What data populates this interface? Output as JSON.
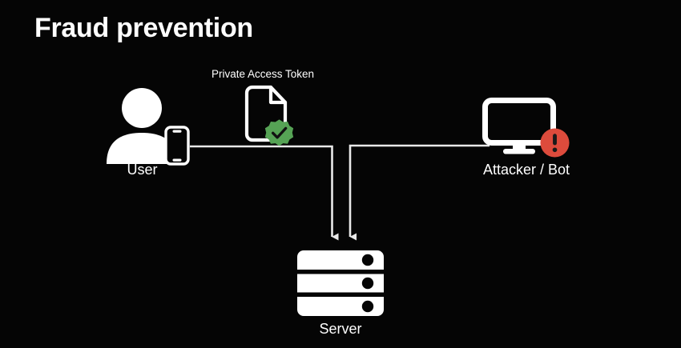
{
  "slide": {
    "title": "Fraud prevention",
    "background_color": "#050505",
    "foreground_color": "#ffffff"
  },
  "nodes": {
    "user": {
      "label": "User",
      "icon": "person-with-phone-icon"
    },
    "token": {
      "label": "Private Access Token",
      "icon": "document-icon",
      "badge_icon": "verified-check-badge-icon",
      "badge_color": "#56a355"
    },
    "attacker": {
      "label": "Attacker / Bot",
      "icon": "desktop-monitor-icon",
      "badge_icon": "alert-exclamation-badge-icon",
      "badge_color": "#dd4b3c"
    },
    "server": {
      "label": "Server",
      "icon": "server-rack-icon"
    }
  },
  "connectors": [
    {
      "name": "user-to-server",
      "from": "user",
      "to": "server",
      "arrow": true
    },
    {
      "name": "attacker-to-server",
      "from": "attacker",
      "to": "server",
      "arrow": true
    }
  ]
}
